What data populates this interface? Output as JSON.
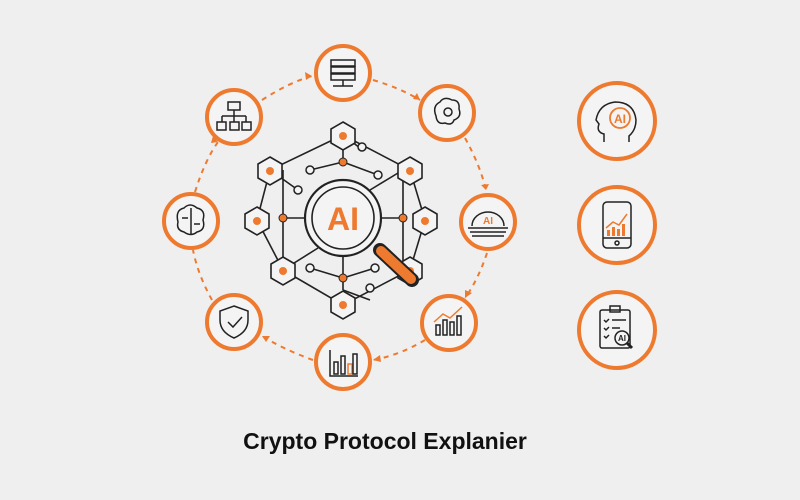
{
  "title": "Crypto Protocol Explanier",
  "center": {
    "label": "AI",
    "icon": "magnifier-network-icon"
  },
  "colors": {
    "accent": "#ee7a2f",
    "line": "#222222",
    "background": "#efefef"
  },
  "orbit_icons": [
    "server-icon",
    "brain-gear-icon",
    "ai-dome-icon",
    "growth-chart-icon",
    "bar-chart-icon",
    "shield-check-icon",
    "brain-icon",
    "org-chart-icon"
  ],
  "side_icons": [
    {
      "icon": "ai-head-icon",
      "label": "AI"
    },
    {
      "icon": "phone-chart-icon"
    },
    {
      "icon": "clipboard-ai-icon",
      "label": "AI"
    }
  ],
  "dome_label": "AI"
}
